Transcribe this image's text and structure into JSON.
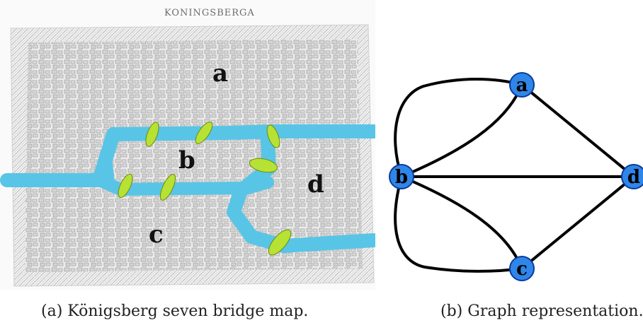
{
  "map": {
    "title": "KONINGSBERGA",
    "labels": [
      "a",
      "b",
      "c",
      "d"
    ],
    "water_color": "#58c5e6",
    "bridge_color": "#b7e234",
    "bridge_count": 7
  },
  "graph": {
    "node_color": "#2f86e8",
    "nodes": [
      "a",
      "b",
      "c",
      "d"
    ],
    "edges": [
      [
        "b",
        "a"
      ],
      [
        "b",
        "a"
      ],
      [
        "b",
        "c"
      ],
      [
        "b",
        "c"
      ],
      [
        "b",
        "d"
      ],
      [
        "a",
        "d"
      ],
      [
        "c",
        "d"
      ]
    ]
  },
  "captions": {
    "a": "(a) Königsberg seven bridge map.",
    "b": "(b) Graph representation."
  }
}
